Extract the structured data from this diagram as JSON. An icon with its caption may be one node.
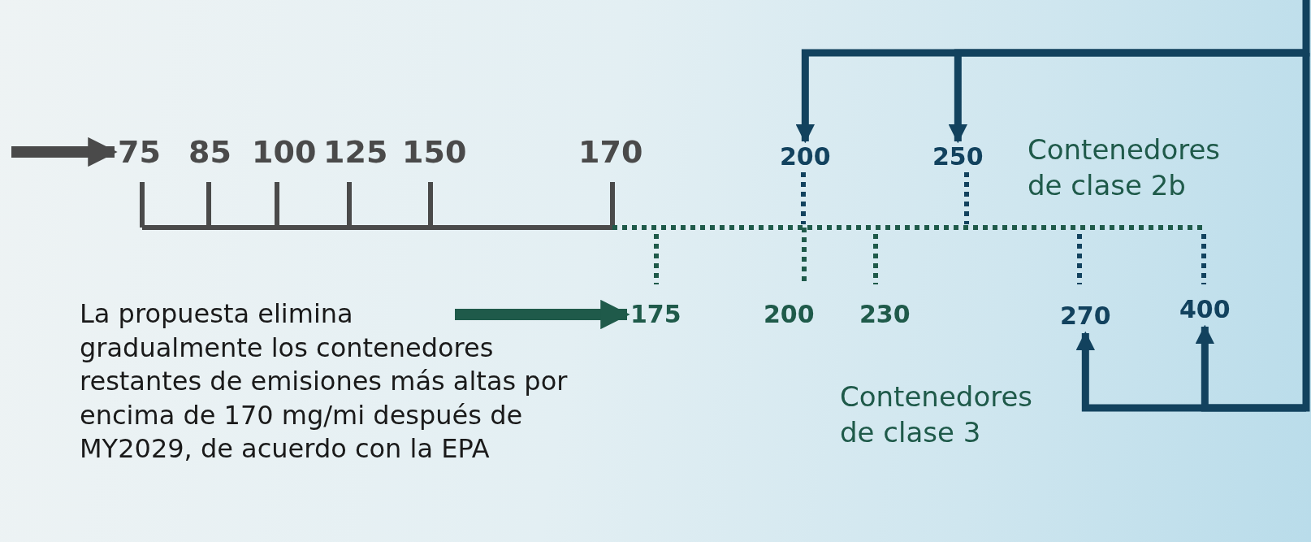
{
  "diagram": {
    "nodes": [
      {
        "text": [
          "75"
        ]
      },
      {
        "text": [
          "85"
        ]
      },
      {
        "text": [
          "100"
        ]
      },
      {
        "text": [
          "125"
        ]
      },
      {
        "text": [
          "150"
        ]
      },
      {
        "text": [
          "170"
        ]
      },
      {
        "text": [
          "200"
        ]
      },
      {
        "text": [
          "250"
        ]
      },
      {
        "text": [
          "Contenedores de clase 2b"
        ]
      },
      {
        "text": [
          "175"
        ]
      },
      {
        "text": [
          "200"
        ]
      },
      {
        "text": [
          "230"
        ]
      },
      {
        "text": [
          "270"
        ]
      },
      {
        "text": [
          "400"
        ]
      },
      {
        "text": [
          "Contenedores de clase 3"
        ]
      },
      {
        "text": [
          "La propuesta elimina gradualmente los contenedores restantes de emisiones más altas por encima de 170 mg/mi después de MY2029, de acuerdo con la EPA"
        ]
      }
    ],
    "edges": [
      {
        "from": null,
        "to": 0,
        "arrow": "to",
        "color": "#4a4a4a"
      },
      {
        "from": 15,
        "to": 9,
        "arrow": "to",
        "color": "#1f5a4a"
      },
      {
        "from": null,
        "to": 6,
        "arrow": "to"
      },
      {
        "from": null,
        "to": 7,
        "arrow": "to"
      },
      {
        "from": null,
        "to": 12,
        "arrow": "to"
      },
      {
        "from": null,
        "to": 13,
        "arrow": "to"
      }
    ]
  }
}
